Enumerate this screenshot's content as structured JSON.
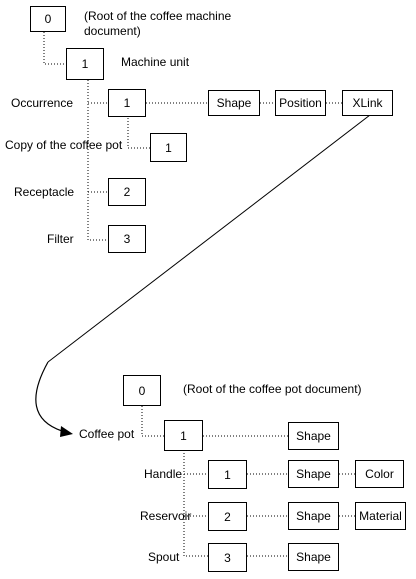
{
  "machine": {
    "root": {
      "number": "0",
      "note": "(Root of the coffee machine document)"
    },
    "unit": {
      "number": "1",
      "label": "Machine unit"
    },
    "occurrence": {
      "label": "Occurrence",
      "number": "1",
      "attributes": [
        "Shape",
        "Position",
        "XLink"
      ]
    },
    "copy": {
      "label": "Copy of the coffee pot",
      "number": "1"
    },
    "receptacle": {
      "label": "Receptacle",
      "number": "2"
    },
    "filter": {
      "label": "Filter",
      "number": "3"
    }
  },
  "pot": {
    "root": {
      "number": "0",
      "note": "(Root of the coffee pot document)"
    },
    "unit": {
      "number": "1",
      "label": "Coffee pot",
      "attribute": "Shape"
    },
    "handle": {
      "label": "Handle",
      "number": "1",
      "attributes": [
        "Shape",
        "Color"
      ]
    },
    "reservoir": {
      "label": "Reservoir",
      "number": "2",
      "attributes": [
        "Shape",
        "Material"
      ]
    },
    "spout": {
      "label": "Spout",
      "number": "3",
      "attributes": [
        "Shape"
      ]
    }
  }
}
